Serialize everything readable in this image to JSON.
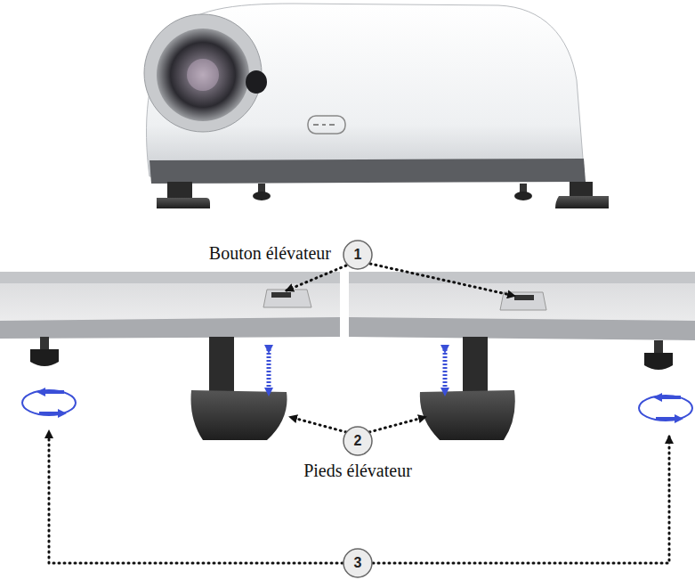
{
  "diagram": {
    "labels": [
      "Bouton élévateur",
      "1",
      "2",
      "Pieds élévateur",
      "3"
    ]
  }
}
